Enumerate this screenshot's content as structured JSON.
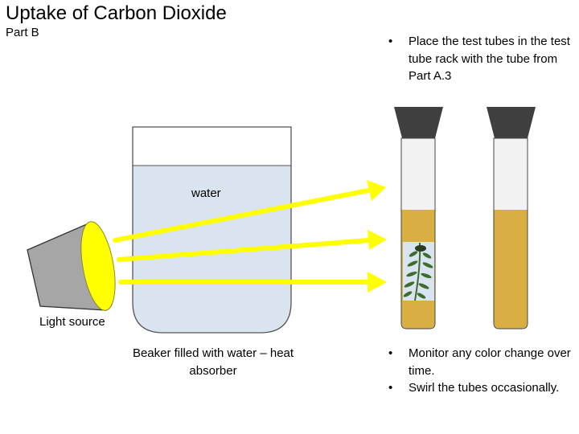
{
  "title": "Uptake of Carbon Dioxide",
  "subtitle": "Part B",
  "instructions_top": [
    "Place the test tubes in the test tube rack with the tube from Part A.3"
  ],
  "instructions_bottom": [
    "Monitor any color change over time.",
    "Swirl the tubes occasionally."
  ],
  "bullet_glyph": "•",
  "labels": {
    "water": "water",
    "light_source": "Light source",
    "beaker": "Beaker filled with water – heat absorber"
  },
  "colors": {
    "beam": "#ffff00",
    "lamp_face": "#ffff00",
    "lamp_body": "#a6a6a6",
    "water": "#dae3f0",
    "tube_cap": "#404040",
    "tube_liquid": "#d9ae42",
    "tube_glass": "#f2f2f2",
    "plant": "#3b6e2a"
  }
}
